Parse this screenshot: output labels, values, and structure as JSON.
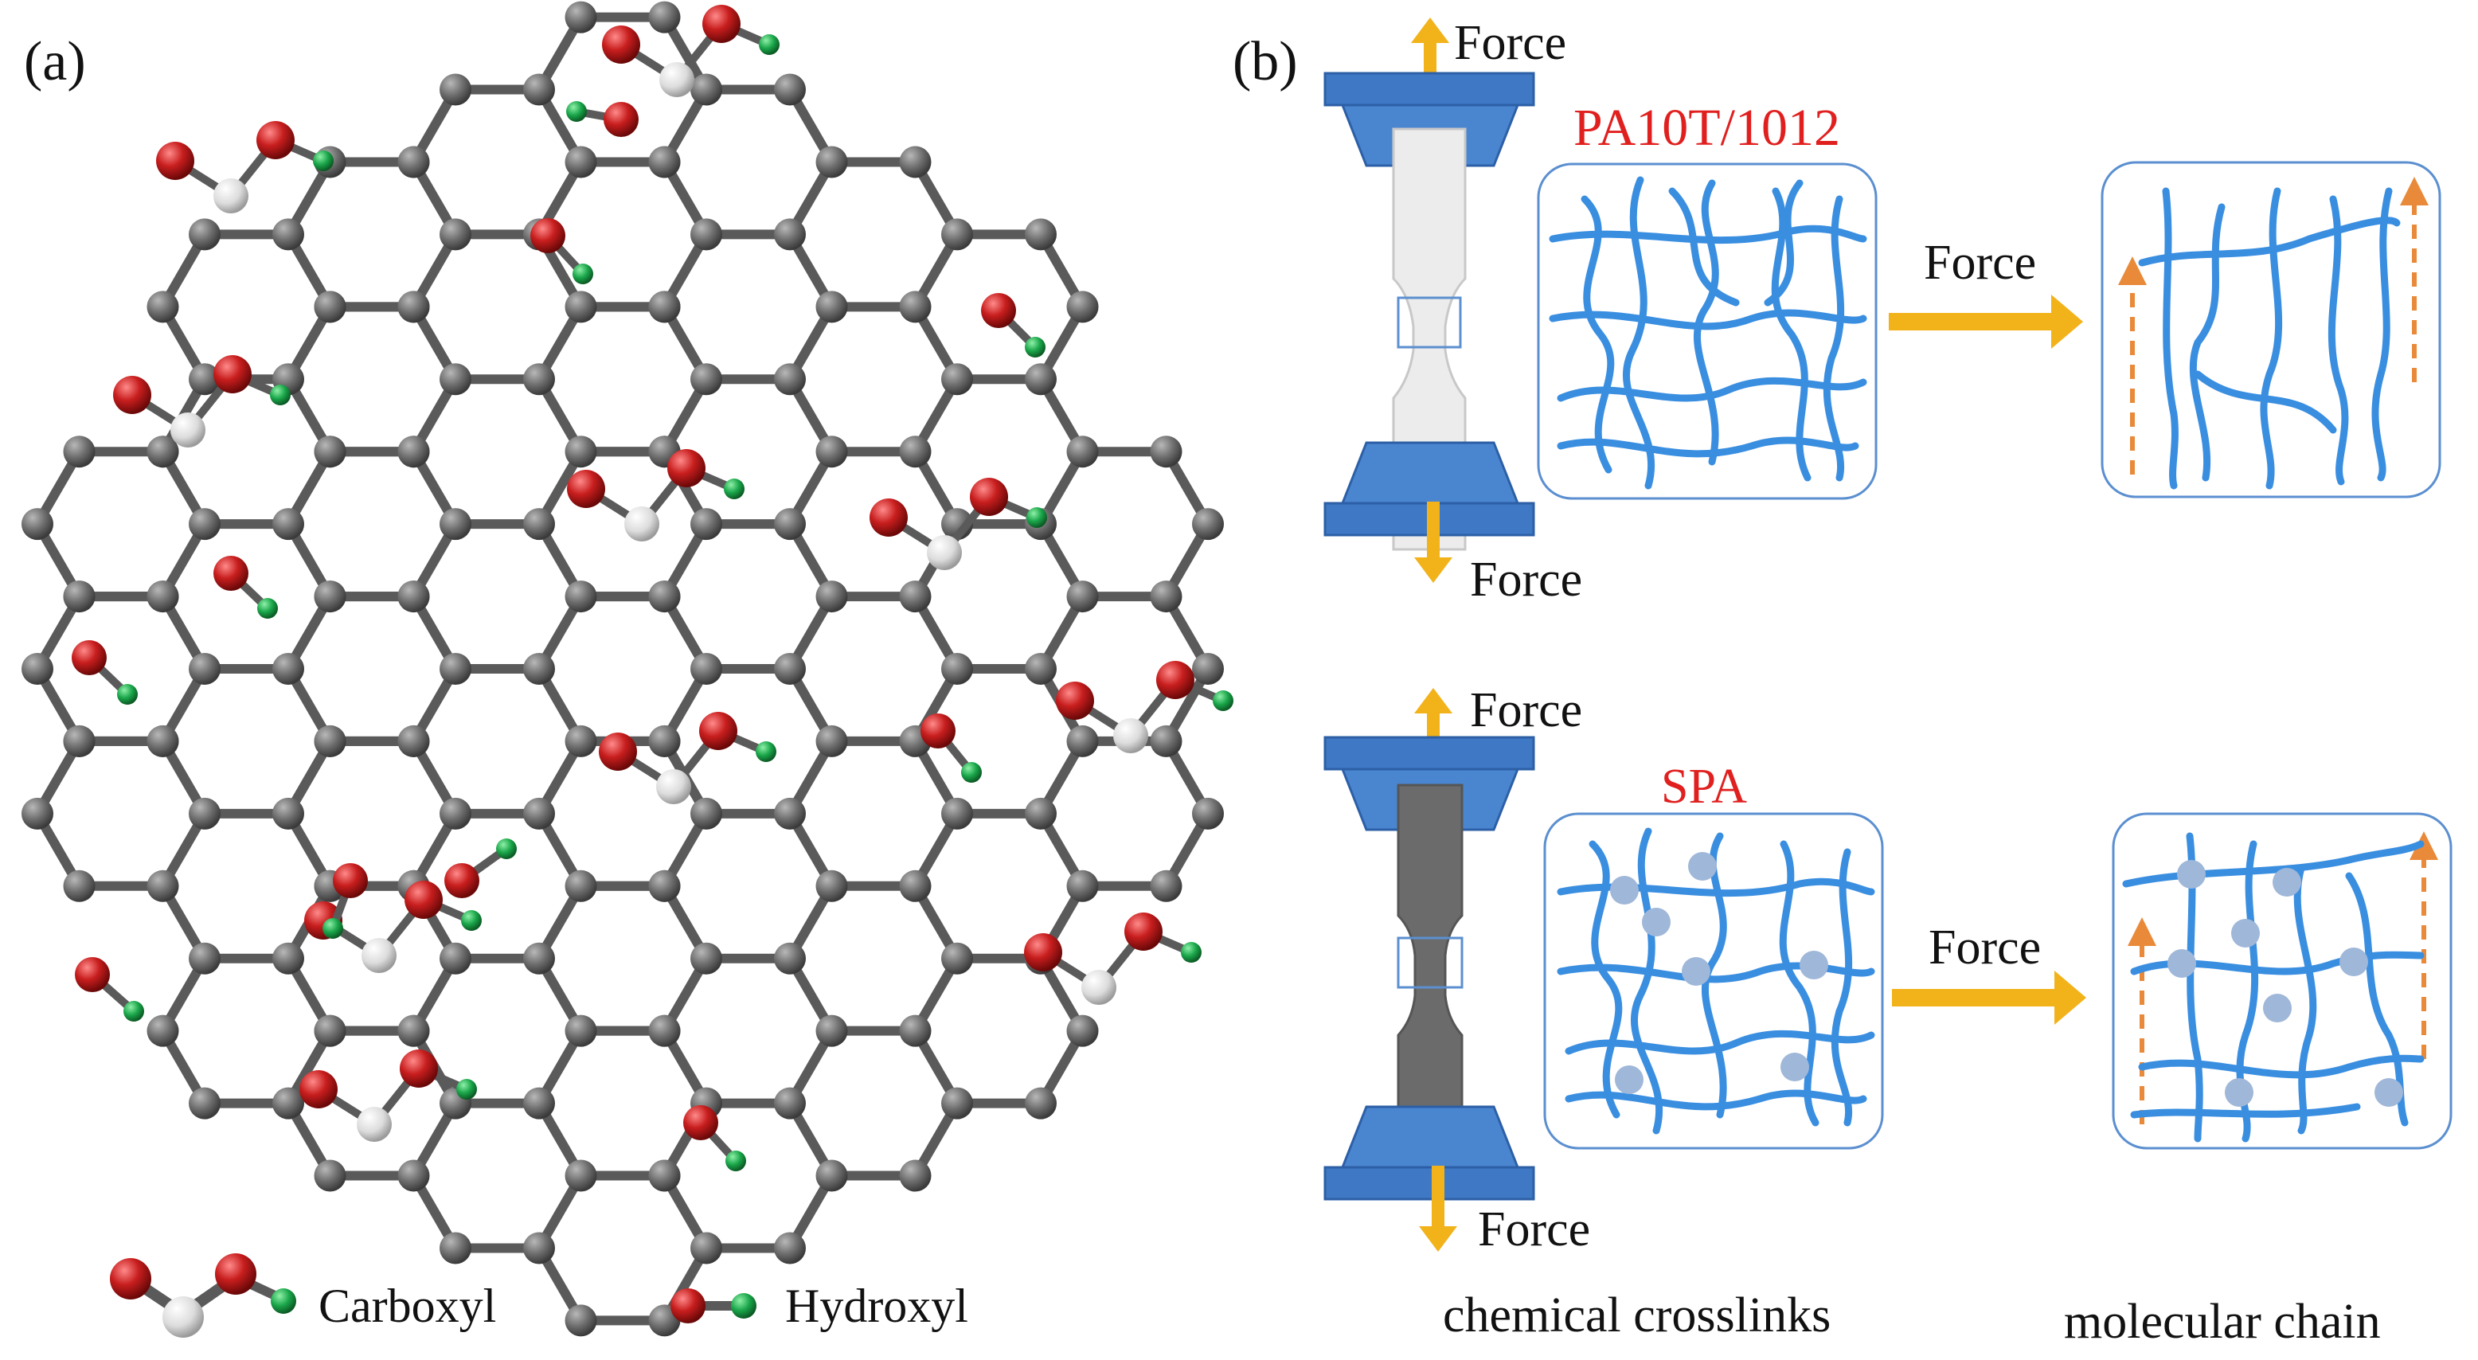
{
  "panel_a": {
    "label": "(a)",
    "legend": {
      "carboxyl": "Carboxyl",
      "hydroxyl": "Hydroxyl"
    }
  },
  "panel_b": {
    "label": "(b)",
    "top": {
      "material": "PA10T/1012",
      "force_top": "Force",
      "force_bottom": "Force",
      "force_arrow": "Force"
    },
    "bottom": {
      "material": "SPA",
      "force_top": "Force",
      "force_bottom": "Force",
      "force_arrow": "Force"
    },
    "captions": {
      "crosslinks": "chemical crosslinks",
      "chain": "molecular chain"
    }
  },
  "colors": {
    "carbon": "#6e6e6e",
    "bond": "#5a5a5a",
    "oxygen": "#c81e1e",
    "hydrogen": "#1aa64a",
    "carboxyl_carbon": "#e4e4e4",
    "clamp": "#4a86d0",
    "chain": "#3a8ee0",
    "box_border": "#5b8fd0",
    "force_arrow": "#f2b21a",
    "dashed_arrow": "#e88a3a",
    "material_label": "#e0201f",
    "crosslink": "#9fb7d8",
    "specimen_light": "#ececec",
    "specimen_dark": "#6b6b6b"
  },
  "icons": [
    "carbon-atom-icon",
    "oxygen-atom-icon",
    "hydrogen-atom-icon",
    "tensile-specimen-icon",
    "clamp-icon",
    "force-arrow-icon"
  ]
}
